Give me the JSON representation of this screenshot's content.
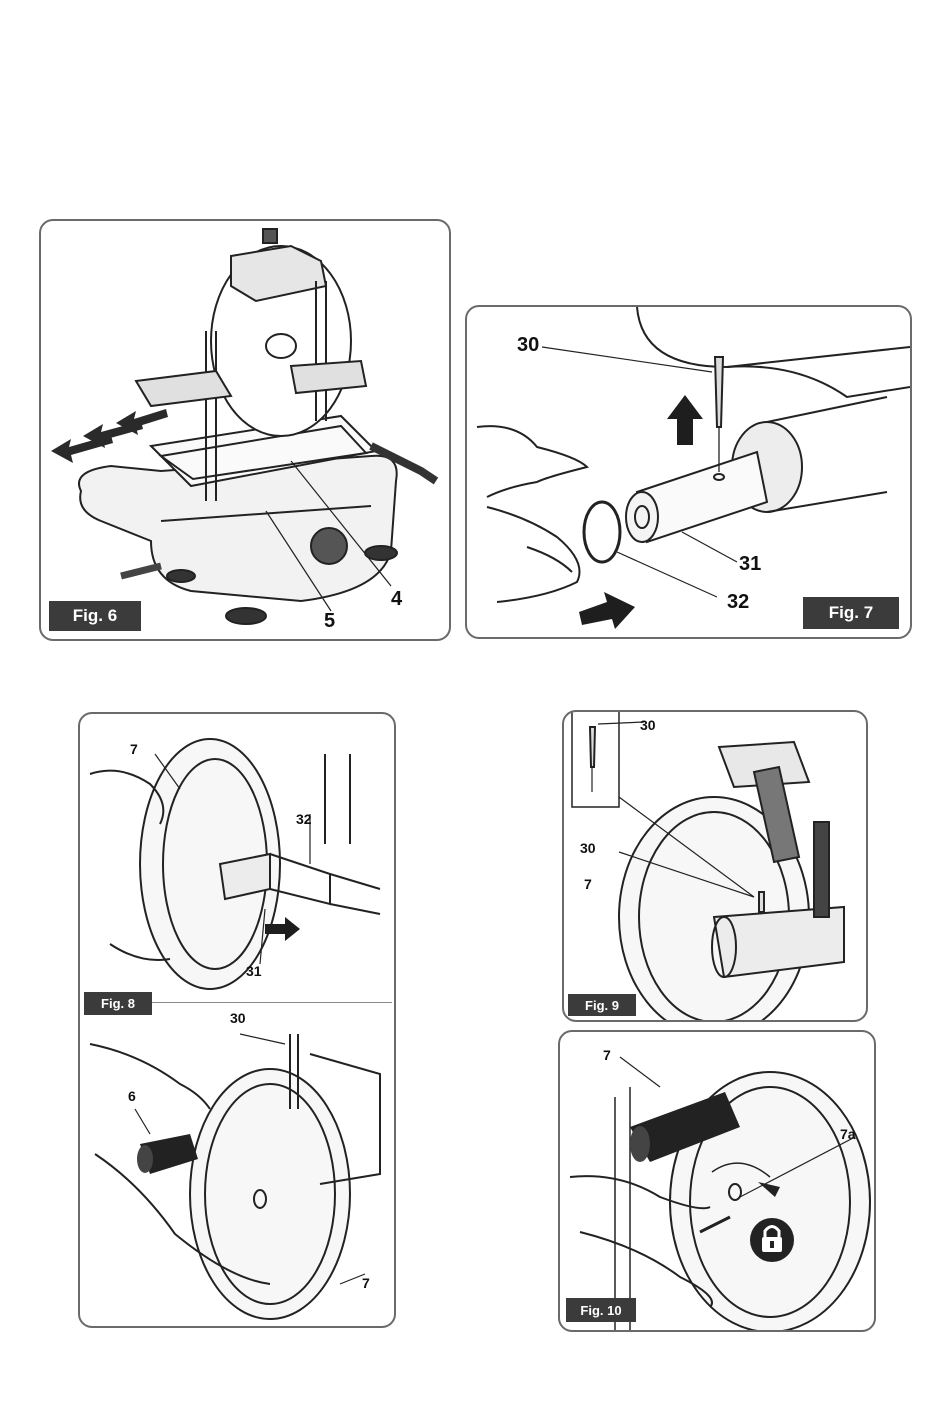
{
  "figures": {
    "fig6": {
      "label": "Fig. 6",
      "callouts": {
        "c4": "4",
        "c5": "5"
      }
    },
    "fig7": {
      "label": "Fig. 7",
      "callouts": {
        "c30": "30",
        "c31": "31",
        "c32": "32"
      }
    },
    "fig8": {
      "label": "Fig. 8",
      "callouts": {
        "c7a": "7",
        "c32": "32",
        "c31": "31",
        "c30": "30",
        "c6": "6",
        "c7b": "7"
      }
    },
    "fig9": {
      "label": "Fig. 9",
      "callouts": {
        "c30a": "30",
        "c30b": "30",
        "c7": "7"
      }
    },
    "fig10": {
      "label": "Fig. 10",
      "callouts": {
        "c7": "7",
        "c7a": "7a"
      }
    }
  },
  "icons": [
    "arrow-icon",
    "lock-icon",
    "rotate-arrow-icon"
  ]
}
